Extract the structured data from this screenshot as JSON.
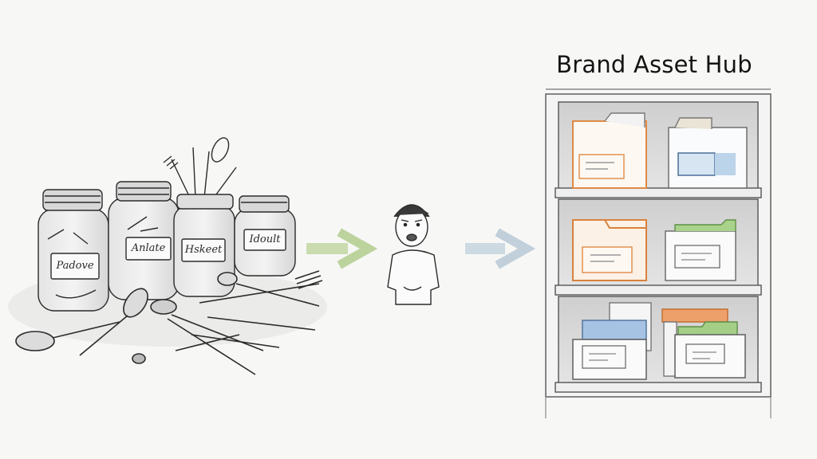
{
  "title": "Brand Asset Hub",
  "scene": {
    "left": {
      "description": "cluttered jars with scattered utensils",
      "jars": [
        {
          "label": "Padove"
        },
        {
          "label": "Anlate"
        },
        {
          "label": "Hskeet"
        },
        {
          "label": "Idoult"
        }
      ]
    },
    "arrow_1": {
      "color": "#b7cf94"
    },
    "middle": {
      "description": "distressed person"
    },
    "arrow_2": {
      "color": "#b7c9d6"
    },
    "right": {
      "description": "organized shelf of labelled file boxes",
      "shelves": [
        {
          "boxes": [
            {
              "tab_color": "#e08a45"
            },
            {
              "tab_color": "#5f8fc7"
            }
          ]
        },
        {
          "boxes": [
            {
              "tab_color": "#e08a45"
            },
            {
              "tab_color": "#8cc06a"
            }
          ]
        },
        {
          "boxes": [
            {
              "tab_color": "#6f9bd0"
            },
            {
              "tab_color": "#e6894a"
            },
            {
              "tab_color": "#8cc06a"
            }
          ]
        }
      ]
    }
  },
  "colors": {
    "background": "#f7f7f6",
    "ink": "#2b2b2b",
    "orange": "#e08a45",
    "blue": "#6f9bd0",
    "green": "#8cc06a"
  }
}
